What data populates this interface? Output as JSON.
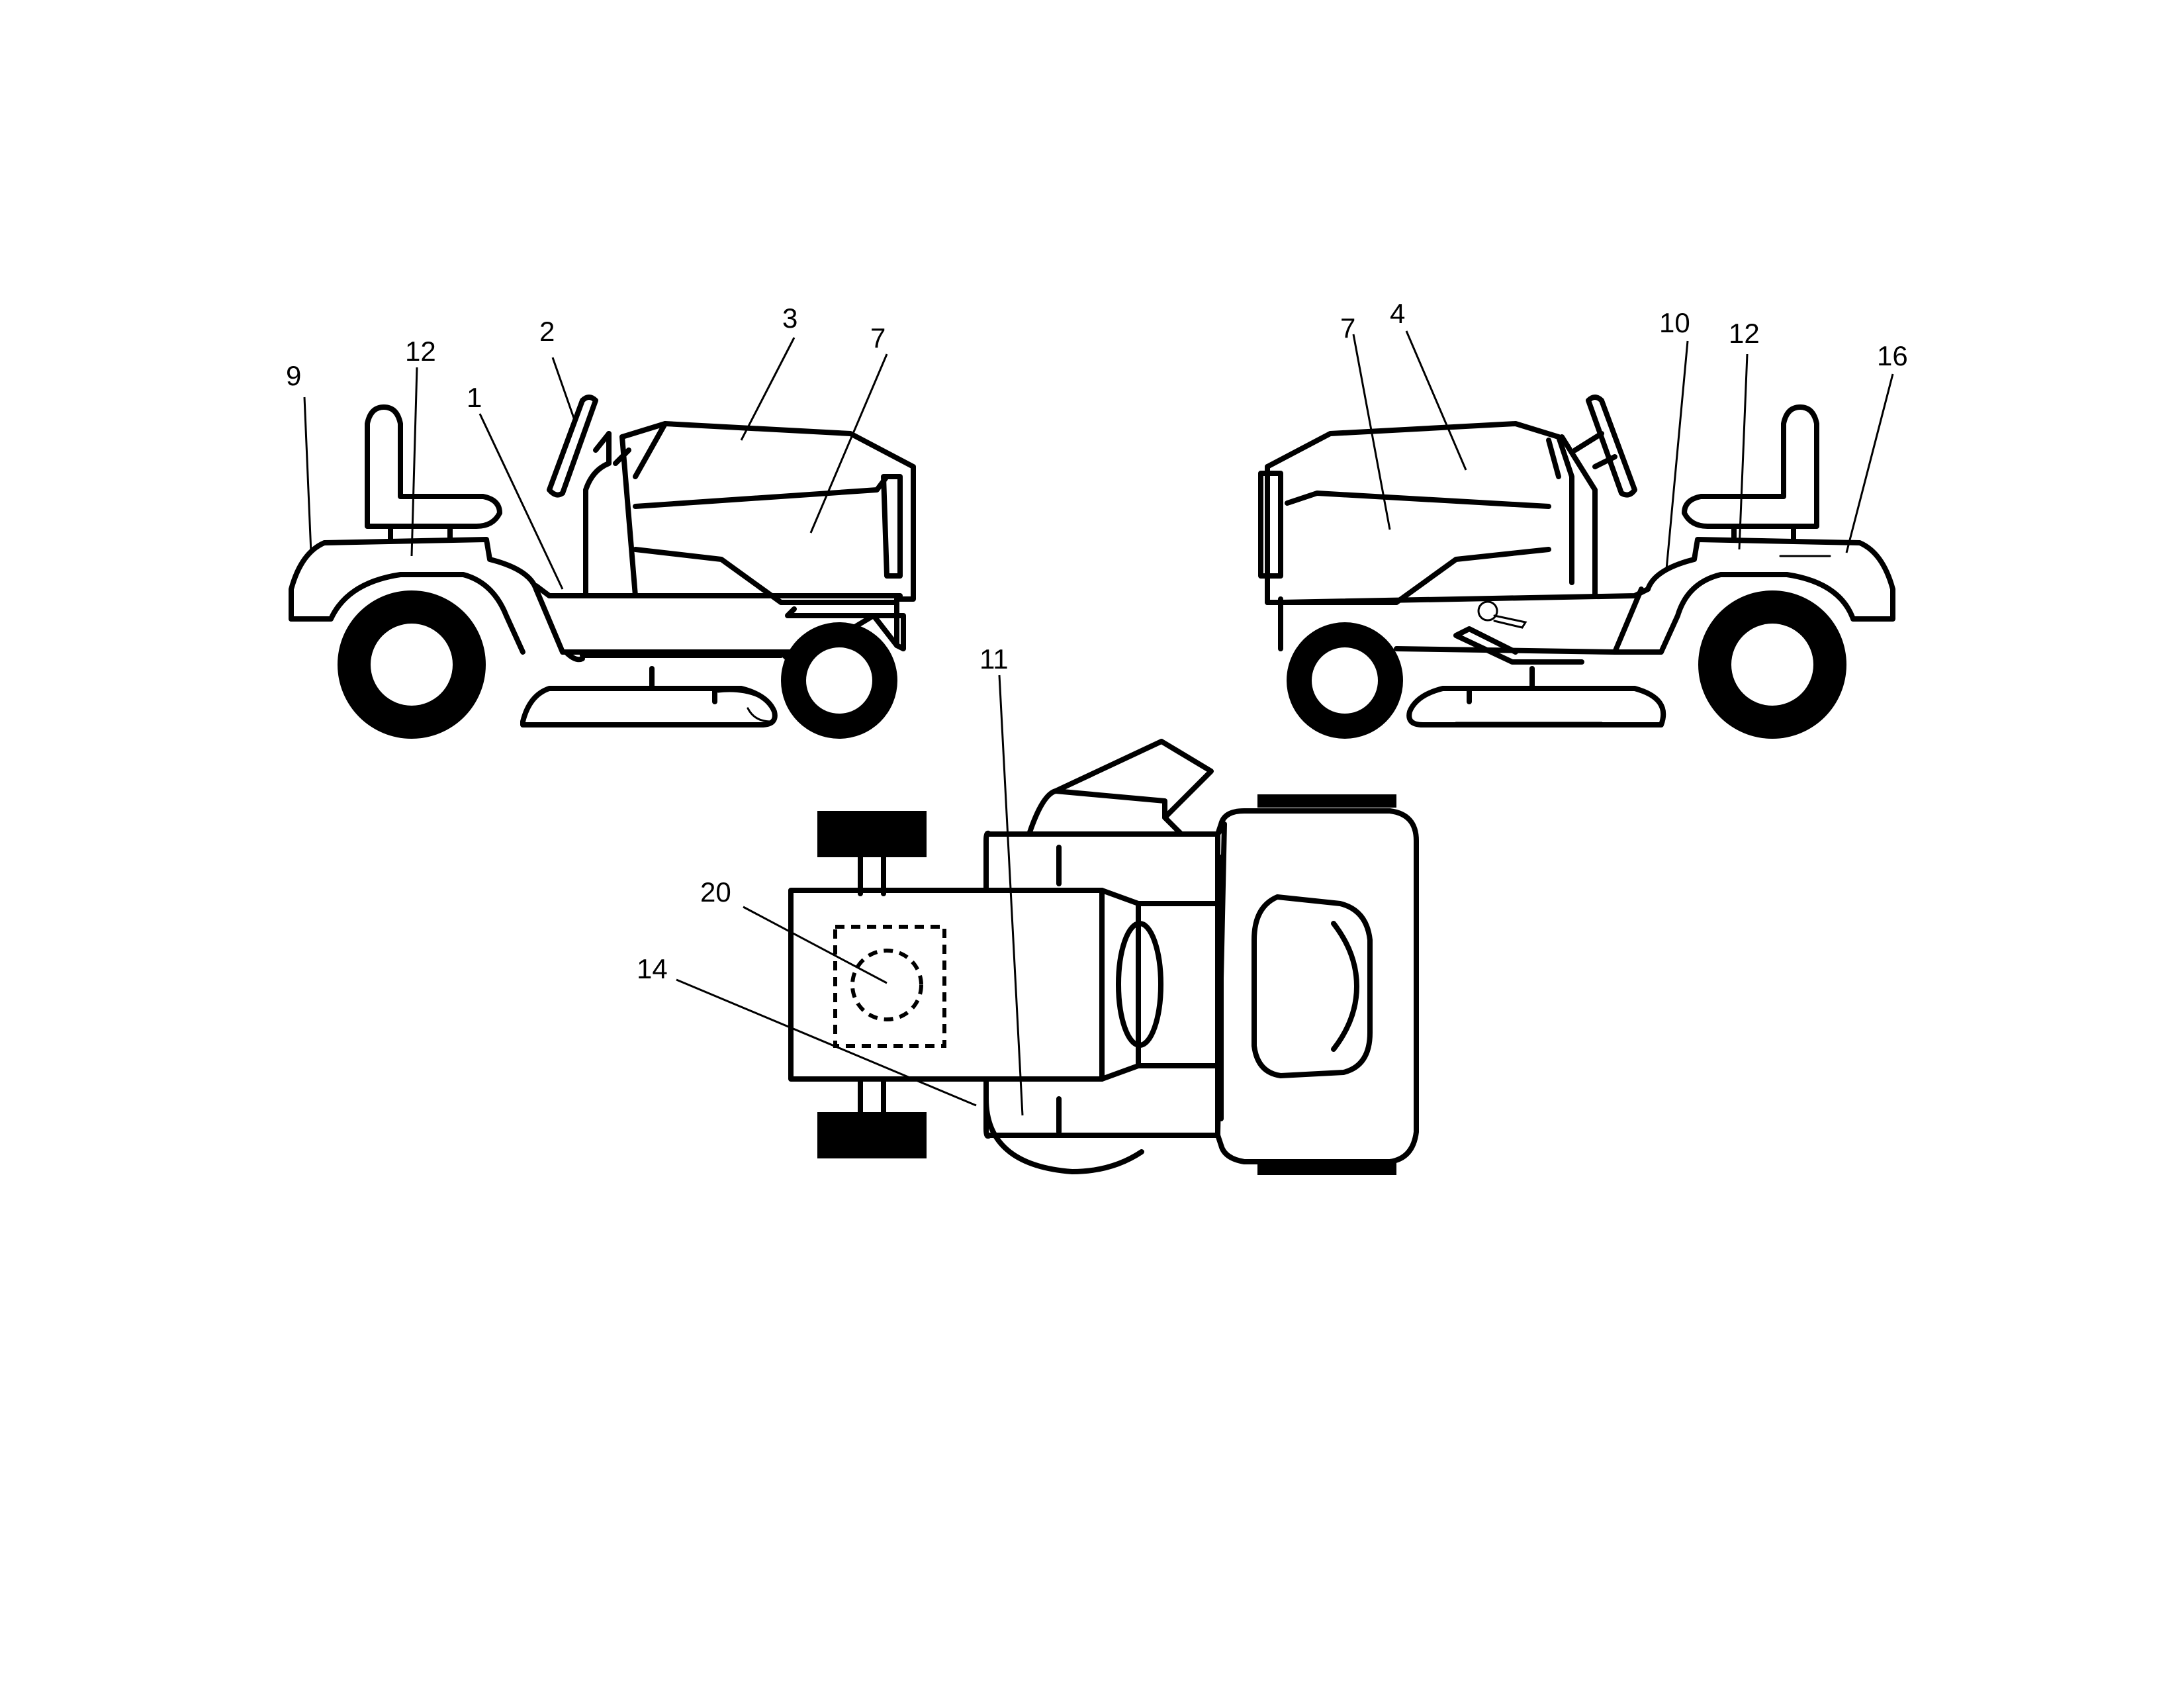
{
  "views": {
    "left_side": "left-side-view",
    "right_side": "right-side-view",
    "top": "top-view"
  },
  "callouts": {
    "left": {
      "c9": "9",
      "c12": "12",
      "c2": "2",
      "c1": "1",
      "c3": "3",
      "c7": "7"
    },
    "right": {
      "c7": "7",
      "c4": "4",
      "c10": "10",
      "c12": "12",
      "c16": "16"
    },
    "top": {
      "c11": "11",
      "c20": "20",
      "c14": "14"
    }
  }
}
